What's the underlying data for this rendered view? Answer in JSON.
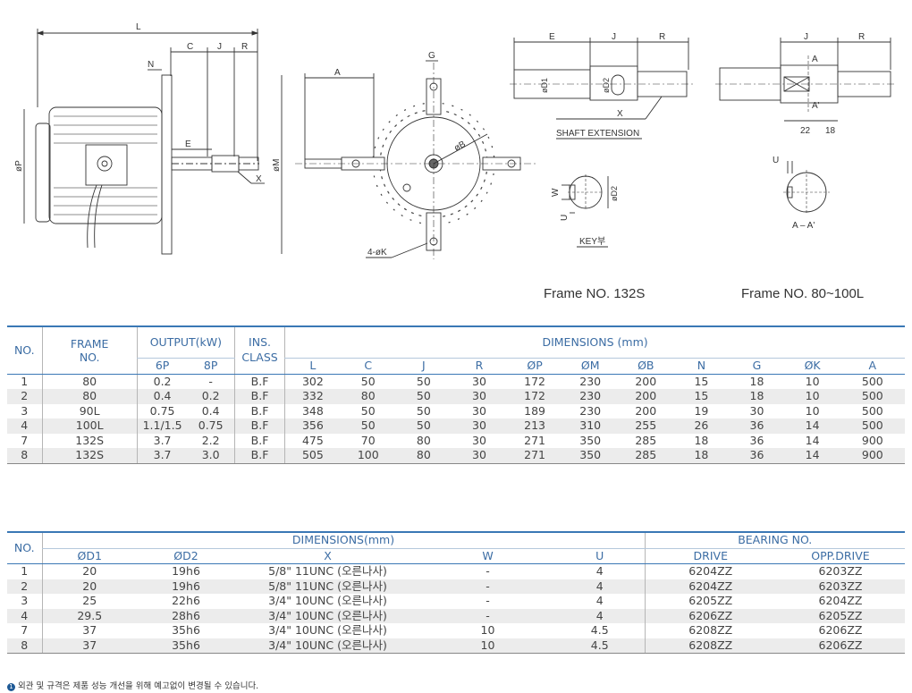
{
  "drawing": {
    "dim_labels": {
      "L": "L",
      "C": "C",
      "J": "J",
      "R": "R",
      "N": "N",
      "E": "E",
      "X": "X",
      "P": "øP",
      "M": "øM",
      "A": "A",
      "G": "G",
      "B": "øB",
      "K": "4-øK",
      "D1": "øD1",
      "D2": "øD2",
      "shaft_E": "E",
      "shaft_J": "J",
      "shaft_R": "R",
      "shaft_X": "X",
      "shaft_extension": "SHAFT EXTENSION",
      "key_W": "W",
      "key_U": "U",
      "key_D2": "øD2",
      "key_label": "KEY부",
      "sec_J": "J",
      "sec_R": "R",
      "sec_A": "A",
      "sec_A2": "A'",
      "sec_22": "22",
      "sec_18": "18",
      "sec_U": "U",
      "sec_AA": "A – A'"
    },
    "frame_label_1": "Frame NO. 132S",
    "frame_label_2": "Frame NO. 80~100L"
  },
  "table1": {
    "headers": {
      "no": "NO.",
      "frame": "FRAME NO.",
      "output": "OUTPUT(kW)",
      "p6": "6P",
      "p8": "8P",
      "ins": "INS. CLASS",
      "dimensions": "DIMENSIONS (mm)",
      "cols": [
        "L",
        "C",
        "J",
        "R",
        "ØP",
        "ØM",
        "ØB",
        "N",
        "G",
        "ØK",
        "A"
      ]
    },
    "rows": [
      [
        "1",
        "80",
        "0.2",
        "-",
        "B.F",
        "302",
        "50",
        "50",
        "30",
        "172",
        "230",
        "200",
        "15",
        "18",
        "10",
        "500"
      ],
      [
        "2",
        "80",
        "0.4",
        "0.2",
        "B.F",
        "332",
        "80",
        "50",
        "30",
        "172",
        "230",
        "200",
        "15",
        "18",
        "10",
        "500"
      ],
      [
        "3",
        "90L",
        "0.75",
        "0.4",
        "B.F",
        "348",
        "50",
        "50",
        "30",
        "189",
        "230",
        "200",
        "19",
        "30",
        "10",
        "500"
      ],
      [
        "4",
        "100L",
        "1.1/1.5",
        "0.75",
        "B.F",
        "356",
        "50",
        "50",
        "30",
        "213",
        "310",
        "255",
        "26",
        "36",
        "14",
        "500"
      ],
      [
        "7",
        "132S",
        "3.7",
        "2.2",
        "B.F",
        "475",
        "70",
        "80",
        "30",
        "271",
        "350",
        "285",
        "18",
        "36",
        "14",
        "900"
      ],
      [
        "8",
        "132S",
        "3.7",
        "3.0",
        "B.F",
        "505",
        "100",
        "80",
        "30",
        "271",
        "350",
        "285",
        "18",
        "36",
        "14",
        "900"
      ]
    ]
  },
  "table2": {
    "headers": {
      "no": "NO.",
      "dimensions": "DIMENSIONS(mm)",
      "bearing": "BEARING NO.",
      "cols": [
        "ØD1",
        "ØD2",
        "X",
        "W",
        "U",
        "DRIVE",
        "OPP.DRIVE"
      ]
    },
    "rows": [
      [
        "1",
        "20",
        "19h6",
        "5/8\" 11UNC (오른나사)",
        "-",
        "4",
        "6204ZZ",
        "6203ZZ"
      ],
      [
        "2",
        "20",
        "19h6",
        "5/8\" 11UNC (오른나사)",
        "-",
        "4",
        "6204ZZ",
        "6203ZZ"
      ],
      [
        "3",
        "25",
        "22h6",
        "3/4\" 10UNC (오른나사)",
        "-",
        "4",
        "6205ZZ",
        "6204ZZ"
      ],
      [
        "4",
        "29.5",
        "28h6",
        "3/4\" 10UNC (오른나사)",
        "-",
        "4",
        "6206ZZ",
        "6205ZZ"
      ],
      [
        "7",
        "37",
        "35h6",
        "3/4\" 10UNC (오른나사)",
        "10",
        "4.5",
        "6208ZZ",
        "6206ZZ"
      ],
      [
        "8",
        "37",
        "35h6",
        "3/4\" 10UNC (오른나사)",
        "10",
        "4.5",
        "6208ZZ",
        "6206ZZ"
      ]
    ]
  },
  "footnote": {
    "bullet": "1",
    "text": "외관 및 규격은 제품 성능 개선을 위해 예고없이 변경될 수 있습니다."
  },
  "colors": {
    "header_blue": "#3c6da4",
    "rule_blue": "#3a78b5",
    "stripe": "#ececec"
  }
}
